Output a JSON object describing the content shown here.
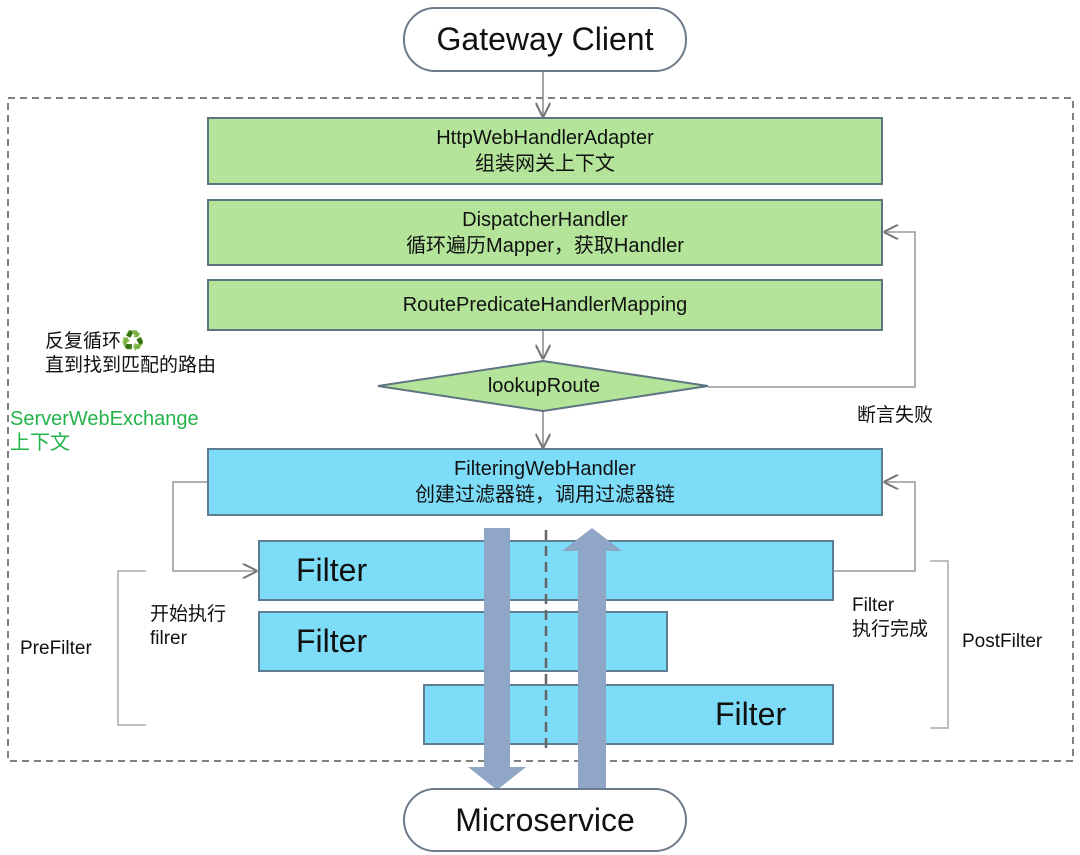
{
  "top_node": "Gateway Client",
  "bottom_node": "Microservice",
  "adapter": {
    "line1": "HttpWebHandlerAdapter",
    "line2": "组装网关上下文"
  },
  "dispatcher": {
    "line1": "DispatcherHandler",
    "line2": "循环遍历Mapper，获取Handler"
  },
  "mapping": {
    "line1": "RoutePredicateHandlerMapping"
  },
  "lookup": "lookupRoute",
  "loop_note": {
    "line1": "反复循环♻️",
    "line2": "直到找到匹配的路由"
  },
  "exchange_note": {
    "line1": "ServerWebExchange",
    "line2": "上下文"
  },
  "assert_fail": "断言失败",
  "filtering": {
    "line1": "FilteringWebHandler",
    "line2": "创建过滤器链，调用过滤器链"
  },
  "filters": [
    "Filter",
    "Filter",
    "Filter"
  ],
  "start_note": {
    "line1": "开始执行",
    "line2": "filrer"
  },
  "done_note": {
    "line1": "Filter",
    "line2": "执行完成"
  },
  "prefilter": "PreFilter",
  "postfilter": "PostFilter",
  "colors": {
    "green_box": "#b3e49a",
    "blue_box": "#7ddcf8",
    "arrow_fill": "#8fa6c6",
    "accent_text": "#24b34a"
  }
}
